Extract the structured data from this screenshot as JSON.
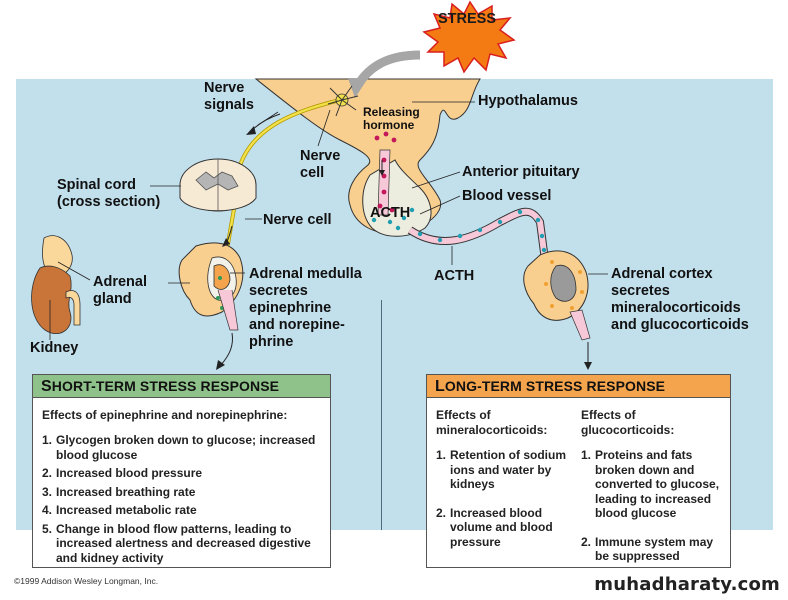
{
  "title_burst": "STRESS",
  "labels": {
    "nerve_signals": [
      "Nerve",
      "signals"
    ],
    "hypothalamus": "Hypothalamus",
    "releasing_hormone": [
      "Releasing",
      "hormone"
    ],
    "nerve_cell_top": [
      "Nerve",
      "cell"
    ],
    "spinal_cord": [
      "Spinal cord",
      "(cross section)"
    ],
    "anterior_pituitary": "Anterior pituitary",
    "blood_vessel": "Blood vessel",
    "acth_inside": "ACTH",
    "acth_vessel": "ACTH",
    "nerve_cell_mid": "Nerve cell",
    "adrenal_gland": [
      "Adrenal",
      "gland"
    ],
    "kidney": "Kidney",
    "adrenal_medulla": [
      "Adrenal medulla",
      "secretes",
      "epinephrine",
      "and norepine-",
      "phrine"
    ],
    "adrenal_cortex": [
      "Adrenal cortex",
      "secretes",
      "mineralocorticoids",
      "and glucocorticoids"
    ]
  },
  "short_term": {
    "header_first": "S",
    "header_rest": "HORT-TERM STRESS RESPONSE",
    "intro": "Effects of epinephrine and norepinephrine:",
    "items": [
      {
        "num": "1.",
        "text": "Glycogen broken down to glucose; increased blood glucose"
      },
      {
        "num": "2.",
        "text": "Increased blood pressure"
      },
      {
        "num": "3.",
        "text": "Increased breathing rate"
      },
      {
        "num": "4.",
        "text": "Increased metabolic rate"
      },
      {
        "num": "5.",
        "text": "Change in blood flow patterns, leading to increased alertness and decreased digestive and kidney activity"
      }
    ]
  },
  "long_term": {
    "header_first": "L",
    "header_rest": "ONG-TERM STRESS RESPONSE",
    "col1": {
      "intro": [
        "Effects of",
        "mineralocorticoids:"
      ],
      "items": [
        {
          "num": "1.",
          "text": "Retention of sodium ions and water by kidneys"
        },
        {
          "num": "2.",
          "text": "Increased blood volume and blood pressure"
        }
      ]
    },
    "col2": {
      "intro": [
        "Effects of",
        "glucocorticoids:"
      ],
      "items": [
        {
          "num": "1.",
          "text": "Proteins and fats broken down and converted to glucose, leading to increased blood glucose"
        },
        {
          "num": "2.",
          "text": "Immune system may be suppressed"
        }
      ]
    }
  },
  "colors": {
    "background_panel": "#c2dfec",
    "brain_tissue": "#f9cf8f",
    "short_term_header": "#8fc28a",
    "long_term_header": "#f4a44c",
    "releasing_hormone_dots": "#c4185a",
    "acth_dots": "#1e9fb2",
    "epinephrine_dots": "#2f9a5c",
    "corticoid_dots": "#f0a030",
    "stress_burst": "#f47a14"
  },
  "footer": {
    "copyright": "©1999 Addison Wesley Longman, Inc.",
    "watermark": "muhadharaty.com"
  }
}
